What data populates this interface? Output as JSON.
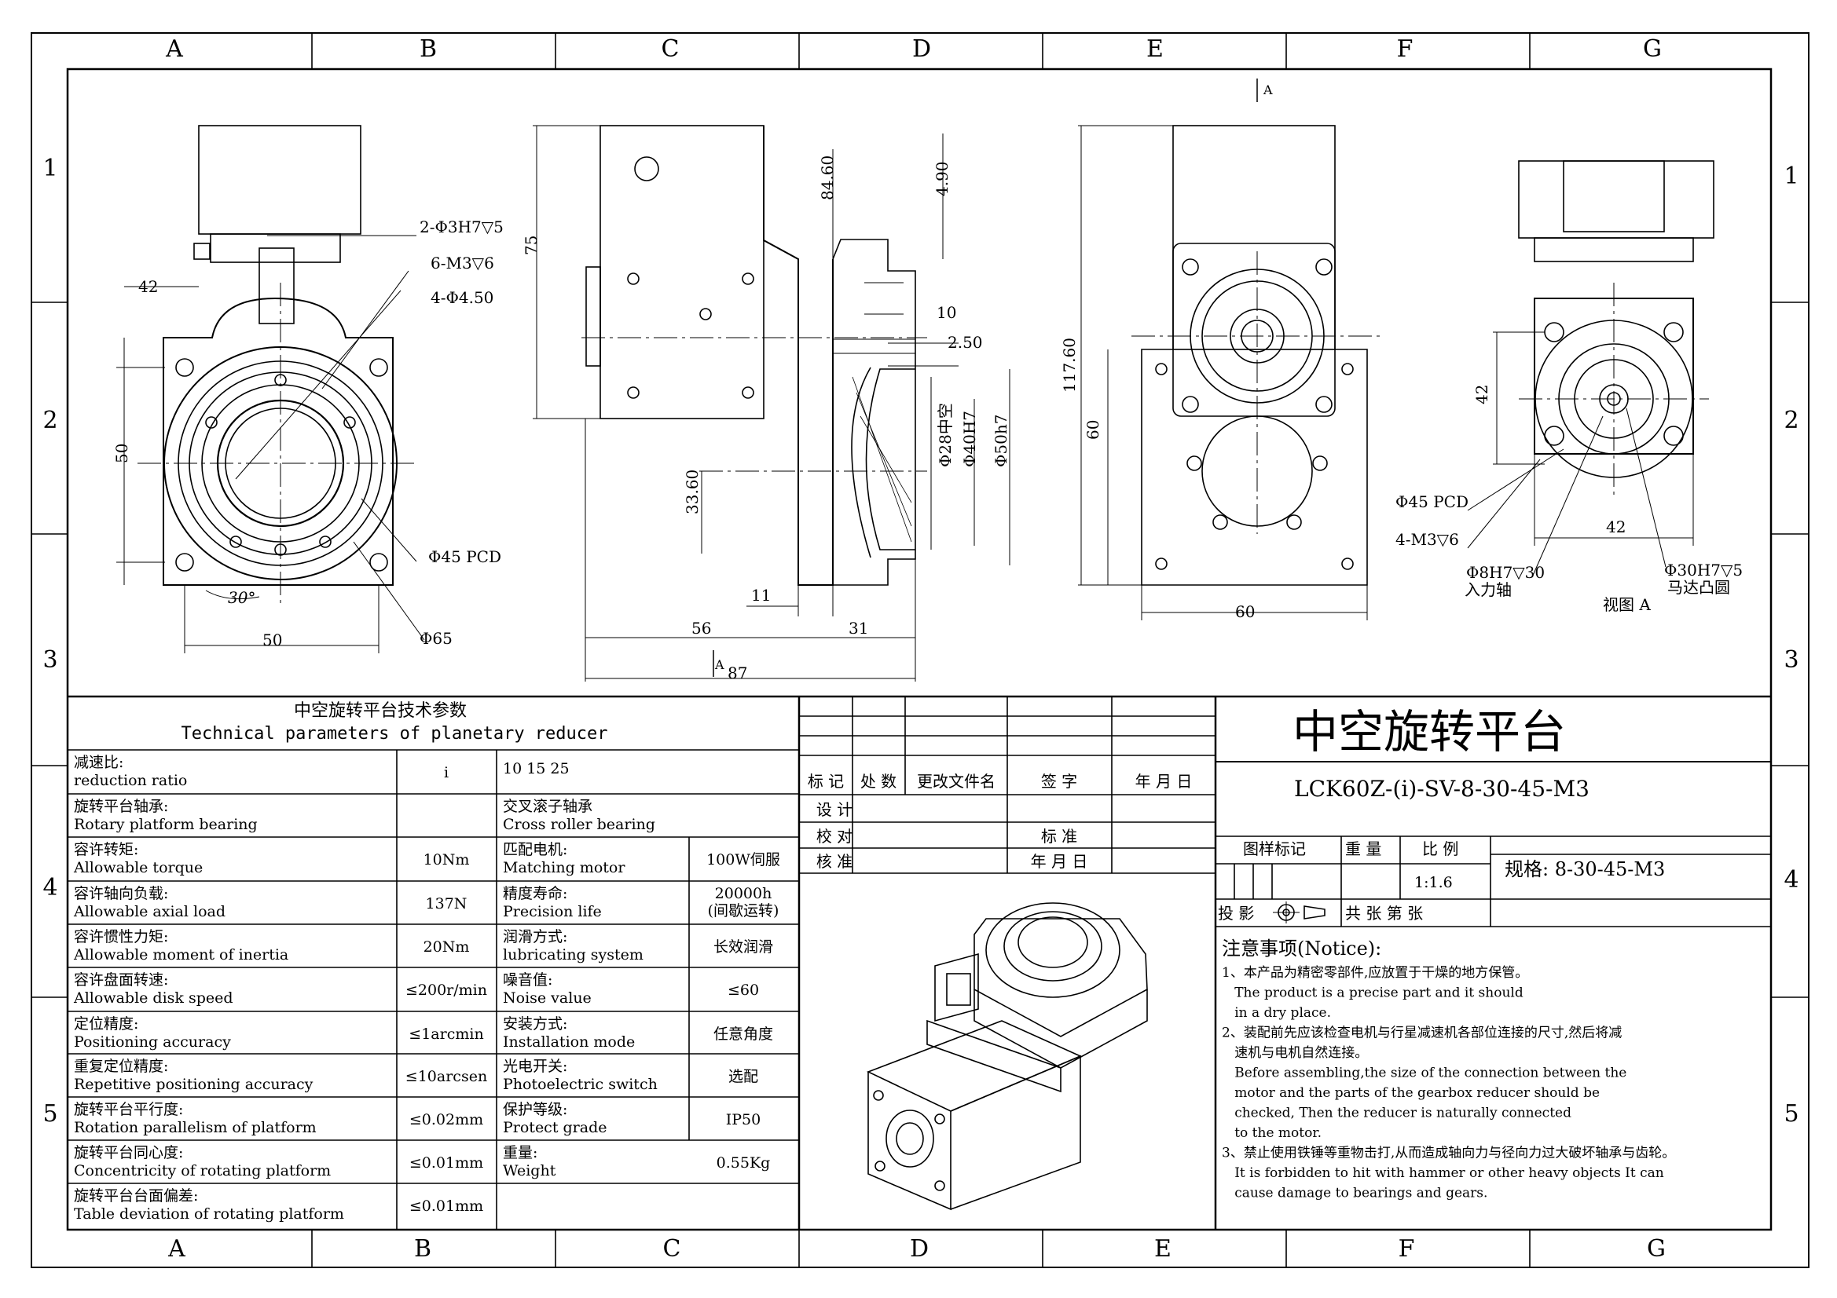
{
  "zone_columns": [
    "A",
    "B",
    "C",
    "D",
    "E",
    "F",
    "G"
  ],
  "zone_rows": [
    "1",
    "2",
    "3",
    "4",
    "5"
  ],
  "dimensions": {
    "front": [
      "2-Φ3H7▽5",
      "6-M3▽6",
      "4-Φ4.50",
      "42",
      "50",
      "Φ45 PCD",
      "30°",
      "50",
      "Φ65"
    ],
    "side": [
      "84.60",
      "4.90",
      "75",
      "10",
      "2.50",
      "Φ28中空",
      "Φ40H7",
      "Φ50h7",
      "33.60",
      "11",
      "56",
      "31",
      "87",
      "A"
    ],
    "back": [
      "A",
      "117.60",
      "60",
      "60"
    ],
    "view_a": [
      "42",
      "42",
      "Φ45 PCD",
      "4-M3▽6",
      "Φ8H7▽30",
      "入力轴",
      "Φ30H7▽5",
      "马达凸圆",
      "视图 A"
    ]
  },
  "tech_table": {
    "title_cn": "中空旋转平台技术参数",
    "title_en": "Technical parameters of planetary reducer",
    "rows": [
      {
        "cn": "减速比:",
        "en": "reduction ratio",
        "value": "i",
        "cn2": "",
        "en2": "10  15  25",
        "value2": ""
      },
      {
        "cn": "旋转平台轴承:",
        "en": "Rotary platform bearing",
        "value": "",
        "cn2": "交叉滚子轴承",
        "en2": "Cross roller bearing",
        "value2": ""
      },
      {
        "cn": "容许转矩:",
        "en": "Allowable torque",
        "value": "10Nm",
        "cn2": "匹配电机:",
        "en2": "Matching motor",
        "value2": "100W伺服"
      },
      {
        "cn": "容许轴向负载:",
        "en": "Allowable axial load",
        "value": "137N",
        "cn2": "精度寿命:",
        "en2": "Precision life",
        "value2": "20000h\n(间歇运转)"
      },
      {
        "cn": "容许惯性力矩:",
        "en": "Allowable moment of inertia",
        "value": "20Nm",
        "cn2": "润滑方式:",
        "en2": "lubricating system",
        "value2": "长效润滑"
      },
      {
        "cn": "容许盘面转速:",
        "en": "Allowable disk speed",
        "value": "≤200r/min",
        "cn2": "噪音值:",
        "en2": "Noise value",
        "value2": "≤60"
      },
      {
        "cn": "定位精度:",
        "en": "Positioning accuracy",
        "value": "≤1arcmin",
        "cn2": "安装方式:",
        "en2": "Installation mode",
        "value2": "任意角度"
      },
      {
        "cn": "重复定位精度:",
        "en": "Repetitive positioning accuracy",
        "value": "≤10arcsen",
        "cn2": "光电开关:",
        "en2": "Photoelectric switch",
        "value2": "选配"
      },
      {
        "cn": "旋转平台平行度:",
        "en": "Rotation parallelism of platform",
        "value": "≤0.02mm",
        "cn2": "保护等级:",
        "en2": "Protect grade",
        "value2": "IP50"
      },
      {
        "cn": "旋转平台同心度:",
        "en": "Concentricity of rotating platform",
        "value": "≤0.01mm",
        "cn2": "重量:",
        "en2": "Weight",
        "value2": "0.55Kg"
      },
      {
        "cn": "旋转平台台面偏差:",
        "en": "Table deviation of rotating platform",
        "value": "≤0.01mm",
        "cn2": "",
        "en2": "",
        "value2": ""
      }
    ]
  },
  "revision_block": {
    "headers": [
      "标 记",
      "处 数",
      "更改文件名",
      "签  字",
      "年 月 日"
    ],
    "rows": [
      [
        "设  计",
        "",
        "",
        "",
        ""
      ],
      [
        "校  对",
        "",
        "",
        "标  准",
        ""
      ],
      [
        "核  准",
        "",
        "",
        "年 月 日",
        ""
      ]
    ]
  },
  "title_block": {
    "title": "中空旋转平台",
    "model": "LCK60Z-(i)-SV-8-30-45-M3",
    "stage_mark_label": "图样标记",
    "weight_label": "重 量",
    "scale_label": "比  例",
    "scale_value": "1:1.6",
    "spec": "规格: 8-30-45-M3",
    "projection_label": "投 影",
    "sheets_label": "共    张  第    张"
  },
  "notice": {
    "heading": "注意事项(Notice):",
    "lines": [
      "1、本产品为精密零部件,应放置于干燥的地方保管。",
      "   The product is a precise part and it should",
      "   in a dry place.",
      "2、装配前先应该检查电机与行星减速机各部位连接的尺寸,然后将减",
      "   速机与电机自然连接。",
      "   Before assembling,the size of the connection between the",
      "   motor and the parts of the gearbox reducer should be",
      "   checked, Then the reducer is naturally connected",
      "   to the motor.",
      "3、禁止使用铁锤等重物击打,从而造成轴向力与径向力过大破坏轴承与齿轮。",
      "   It is forbidden to hit with hammer or other heavy objects It can",
      "   cause damage to bearings and gears."
    ]
  }
}
